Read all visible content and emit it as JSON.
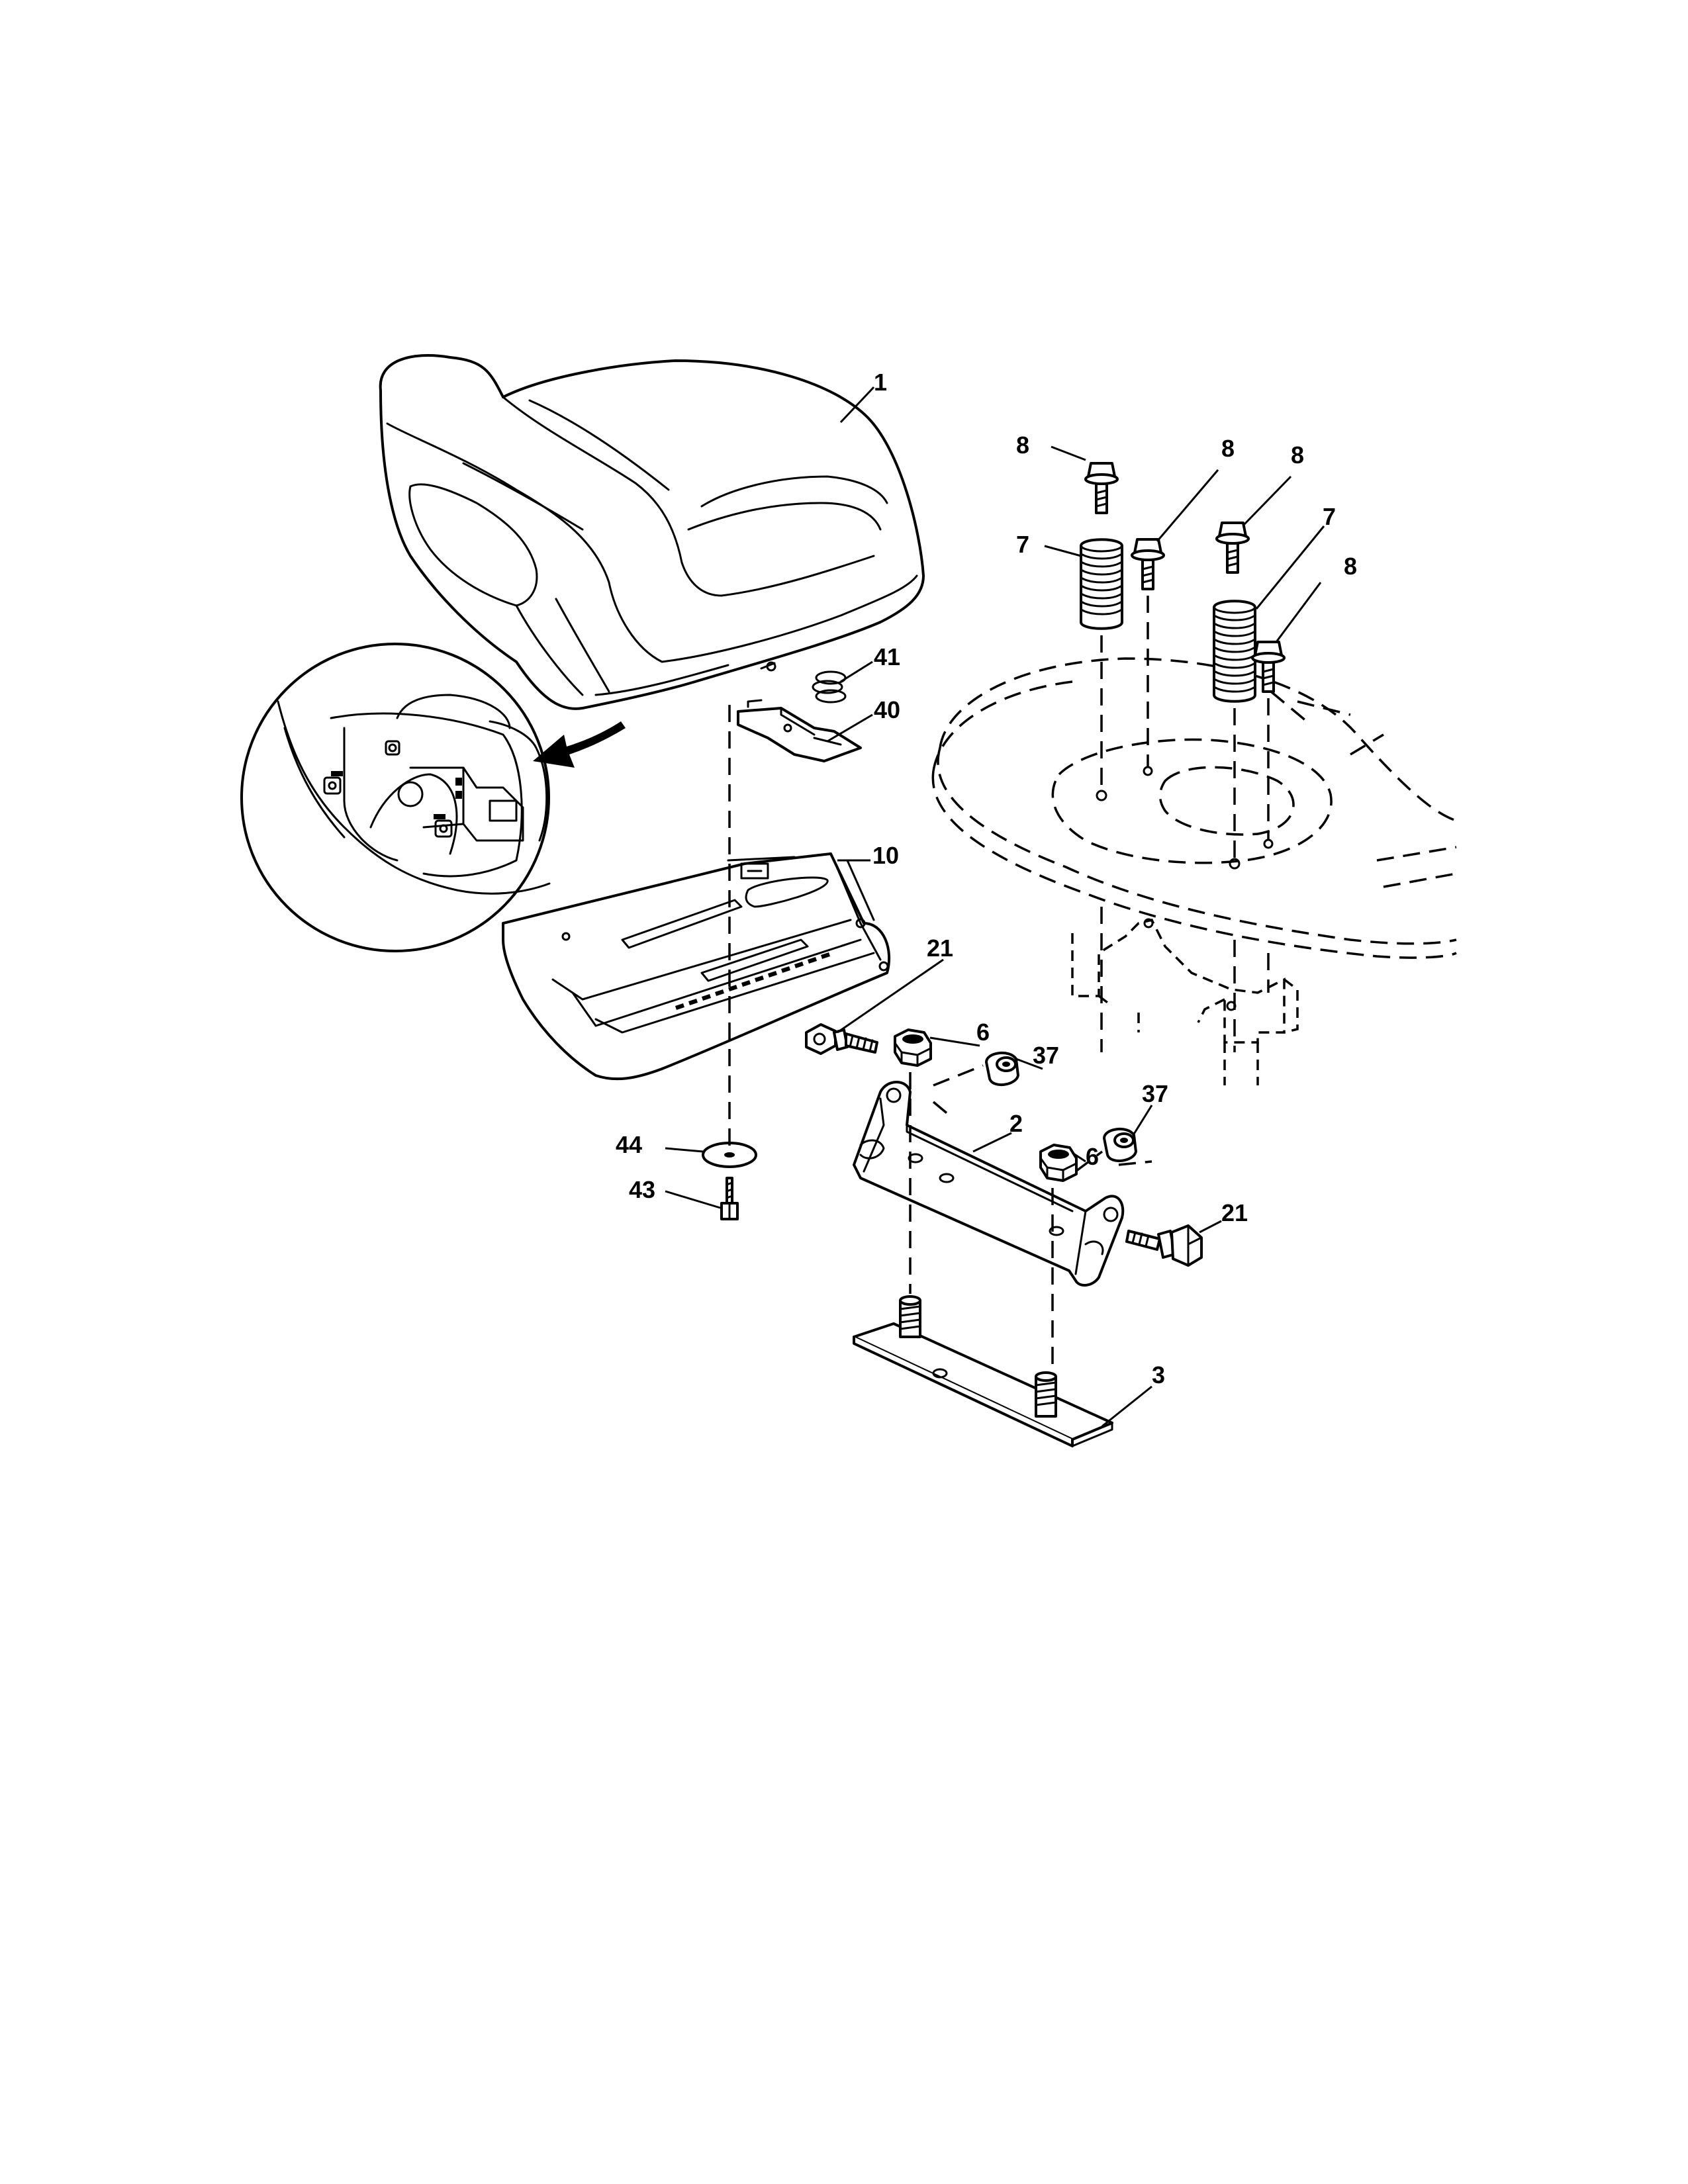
{
  "callouts": [
    {
      "id": "seat",
      "text": "1"
    },
    {
      "id": "bolt-1",
      "text": "8"
    },
    {
      "id": "bolt-2",
      "text": "8"
    },
    {
      "id": "bolt-3",
      "text": "8"
    },
    {
      "id": "bolt-4",
      "text": "8"
    },
    {
      "id": "spring-left",
      "text": "7"
    },
    {
      "id": "spring-right",
      "text": "7"
    },
    {
      "id": "small-spring",
      "text": "41"
    },
    {
      "id": "switch-bracket",
      "text": "40"
    },
    {
      "id": "seat-pan",
      "text": "10"
    },
    {
      "id": "shoulder-bolt-left",
      "text": "21"
    },
    {
      "id": "nut-left",
      "text": "6"
    },
    {
      "id": "spacer-left",
      "text": "37"
    },
    {
      "id": "pivot-bracket",
      "text": "2"
    },
    {
      "id": "nut-right",
      "text": "6"
    },
    {
      "id": "spacer-right",
      "text": "37"
    },
    {
      "id": "shoulder-bolt-right",
      "text": "21"
    },
    {
      "id": "washer",
      "text": "44"
    },
    {
      "id": "screw",
      "text": "43"
    },
    {
      "id": "mount-plate",
      "text": "3"
    }
  ]
}
